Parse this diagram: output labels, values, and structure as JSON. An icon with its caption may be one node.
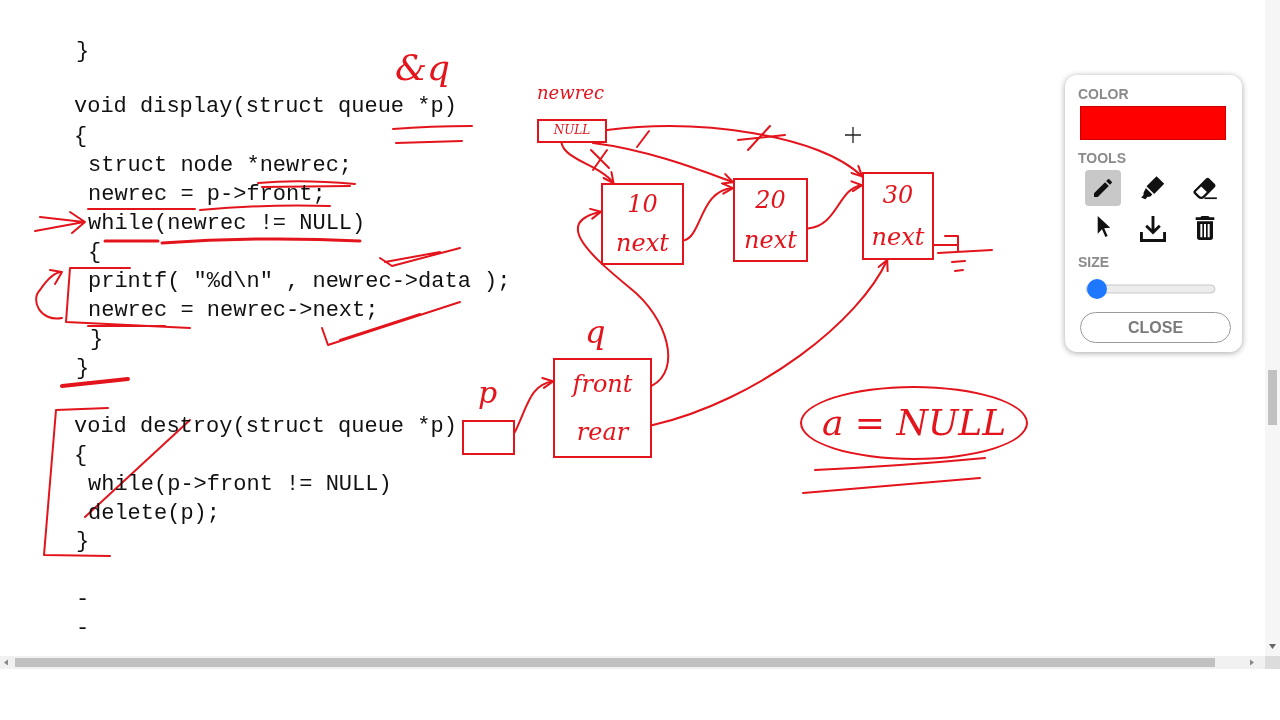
{
  "diagram": {
    "nodes": [
      {
        "text": [
          "newrec",
          "NULL"
        ]
      },
      {
        "text": [
          "10",
          "next"
        ]
      },
      {
        "text": [
          "20",
          "next"
        ]
      },
      {
        "text": [
          "30",
          "next"
        ]
      },
      {
        "text": [
          "q",
          "front",
          "rear"
        ]
      },
      {
        "text": [
          "p"
        ]
      },
      {
        "text": [
          "a = NULL"
        ]
      }
    ],
    "edges": [
      {
        "from": 0,
        "to": 1,
        "arrow": "to"
      },
      {
        "from": 0,
        "to": 2,
        "arrow": "to"
      },
      {
        "from": 0,
        "to": 3,
        "arrow": "to"
      },
      {
        "from": 1,
        "to": 2,
        "arrow": "to"
      },
      {
        "from": 2,
        "to": 3,
        "arrow": "to"
      },
      {
        "from": 4,
        "to": 1,
        "arrow": "to"
      },
      {
        "from": 4,
        "to": 3,
        "arrow": "to"
      },
      {
        "from": 5,
        "to": 4,
        "arrow": "to"
      }
    ],
    "labels": [
      "}",
      "&q",
      "void display(struct queue *p)",
      "{",
      "struct node *newrec;",
      "newrec = p->front;",
      "while(newrec != NULL)",
      "{",
      "printf( \"%d\\n\" , newrec->data );",
      "newrec = newrec->next;",
      "}",
      "}",
      "void destroy(struct queue *p)",
      "{",
      "while(p->front != NULL)",
      "delete(p);",
      "}",
      "-",
      "-",
      "COLOR",
      "TOOLS",
      "SIZE",
      "CLOSE"
    ]
  }
}
